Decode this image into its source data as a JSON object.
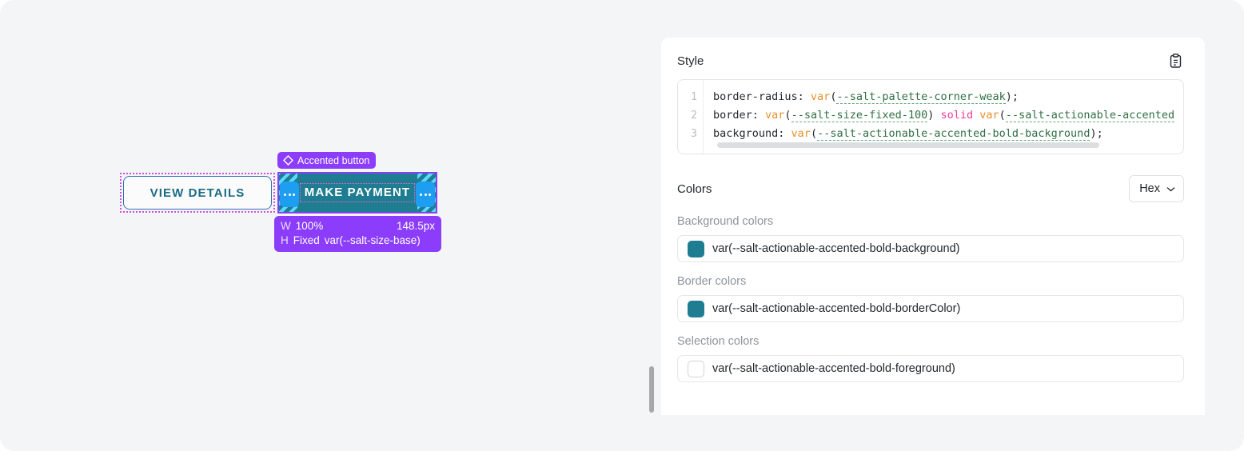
{
  "canvas": {
    "view_details_label": "VIEW DETAILS",
    "accented_pill_label": "Accented button",
    "accented_pill_icon": "diamond-icon",
    "payment_label": "MAKE PAYMENT",
    "padding_badge_icon": "ellipsis-icon",
    "size_panel": {
      "width_key": "W",
      "width_mode": "100%",
      "width_value": "148.5px",
      "height_key": "H",
      "height_mode": "Fixed",
      "height_value": "var(--salt-size-base)"
    }
  },
  "panel": {
    "style": {
      "title": "Style",
      "copy_icon": "clipboard-icon",
      "line_numbers": [
        "1",
        "2",
        "3"
      ],
      "lines": [
        {
          "plain_before": "border-radius: ",
          "fn": "var",
          "open": "(",
          "variable": "--salt-palette-corner-weak",
          "close": ");"
        },
        {
          "plain_before": "border: ",
          "fn": "var",
          "open": "(",
          "variable": "--salt-size-fixed-100",
          "close": ") ",
          "keyword": "solid",
          "fn2": " var",
          "open2": "(",
          "variable2": "--salt-actionable-accented"
        },
        {
          "plain_before": "background: ",
          "fn": "var",
          "open": "(",
          "variable": "--salt-actionable-accented-bold-background",
          "close": ");"
        }
      ]
    },
    "colors": {
      "title": "Colors",
      "format_select_value": "Hex",
      "format_select_icon": "chevron-down-icon",
      "groups": [
        {
          "label": "Background colors",
          "swatch_color": "#1f7d92",
          "swatch_empty": false,
          "value": "var(--salt-actionable-accented-bold-background)"
        },
        {
          "label": "Border colors",
          "swatch_color": "#1f7d92",
          "swatch_empty": false,
          "value": "var(--salt-actionable-accented-bold-borderColor)"
        },
        {
          "label": "Selection colors",
          "swatch_color": "#ffffff",
          "swatch_empty": true,
          "value": "var(--salt-actionable-accented-bold-foreground)"
        }
      ]
    }
  },
  "theme": {
    "accent_purple": "#8b3dfb",
    "teal": "#1f7d92",
    "selection_magenta": "#d04fe0",
    "badge_blue": "#1e9ef0",
    "page_bg": "#f4f5f7"
  }
}
